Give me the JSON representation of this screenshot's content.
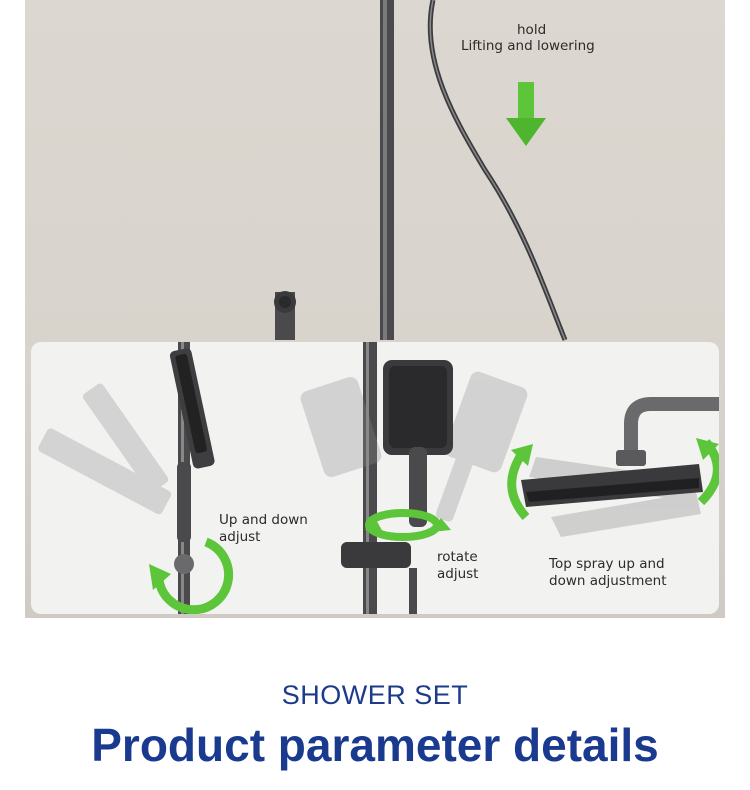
{
  "top_label": {
    "line1": "hold",
    "line2": "Lifting and lowering"
  },
  "features": [
    {
      "line1": "Up and down",
      "line2": "adjust"
    },
    {
      "line1": "rotate",
      "line2": "adjust"
    },
    {
      "line1": "Top spray up and",
      "line2": "down adjustment"
    }
  ],
  "caption": {
    "subtitle": "SHOWER SET",
    "title": "Product parameter details"
  },
  "colors": {
    "arrow_green": "#5dc53a",
    "title_blue": "#1a3a8f",
    "metal": "#4a4a4c"
  }
}
